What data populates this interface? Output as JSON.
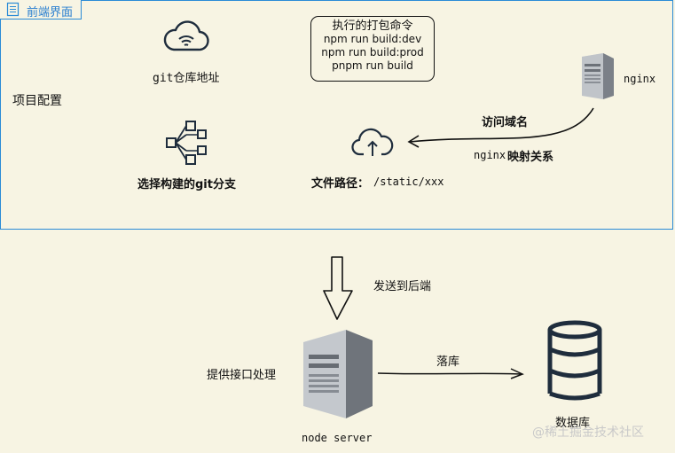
{
  "frontend": {
    "title": "前端界面",
    "project_config": "项目配置",
    "git_repo": "git仓库地址",
    "git_branch": "选择构建的git分支",
    "build_commands": {
      "title": "执行的打包命令",
      "lines": [
        "npm run build:dev",
        "npm run build:prod",
        "pnpm run build"
      ]
    },
    "nginx": "nginx",
    "domain": "访问域名",
    "nginx_mapping_prefix": "nginx",
    "nginx_mapping": "映射关系",
    "file_path_label": "文件路径：",
    "file_path_value": "/static/xxx"
  },
  "flow": {
    "send_to_backend": "发送到后端",
    "api_processing": "提供接口处理",
    "node_server": "node server",
    "persist": "落库",
    "database": "数据库"
  },
  "watermark": "@稀土掘金技术社区",
  "colors": {
    "background": "#f7f4e3",
    "frame_border": "#2a8bd6",
    "icon_dark": "#1f2d3d"
  }
}
